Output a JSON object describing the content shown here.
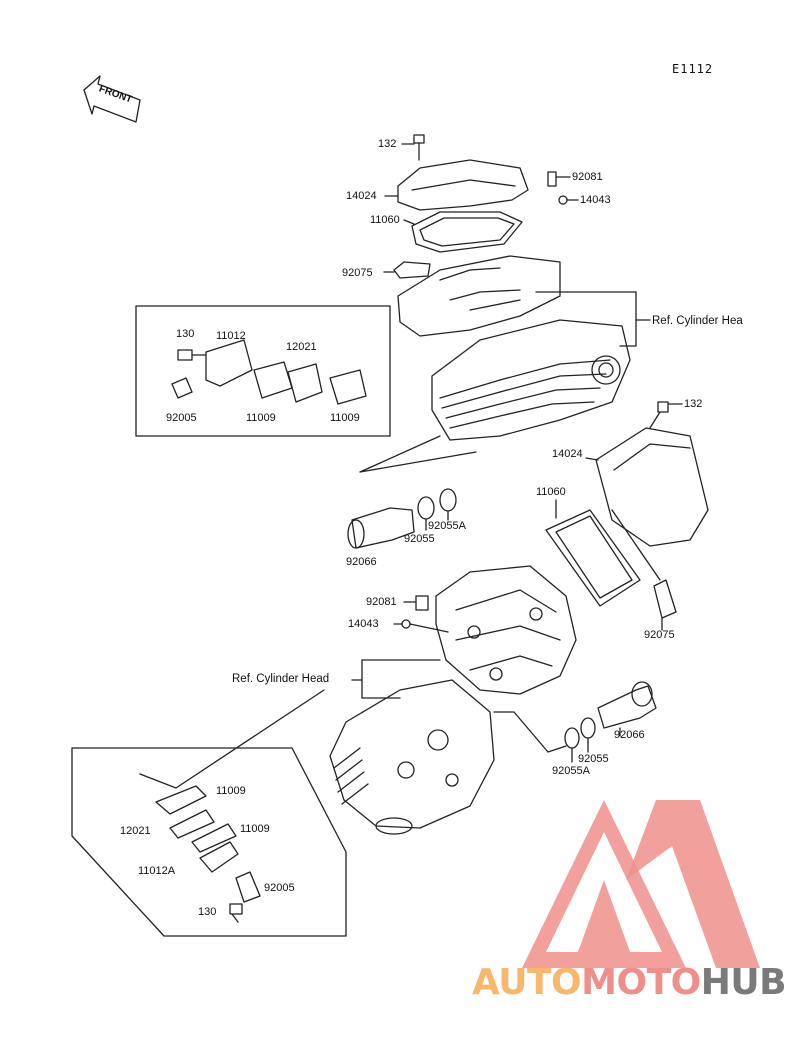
{
  "diagram_code": "E1112",
  "front_label": "FRONT",
  "ref_labels": {
    "rear_head": "Ref. Cylinder Hea",
    "front_head": "Ref. Cylinder Head"
  },
  "part_labels": {
    "p132_top": "132",
    "p14024_top": "14024",
    "p92081_top": "92081",
    "p14043_top": "14043",
    "p11060_top": "11060",
    "p92075_top": "92075",
    "p130_box": "130",
    "p11012_box": "11012",
    "p12021_box": "12021",
    "p92005_box": "92005",
    "p11009_box_a": "11009",
    "p11009_box_b": "11009",
    "p132_right": "132",
    "p14024_right": "14024",
    "p11060_right": "11060",
    "p92075_right": "92075",
    "p92055a_mid": "92055A",
    "p92055_mid": "92055",
    "p92066_mid": "92066",
    "p92081_mid": "92081",
    "p14043_mid": "14043",
    "p92066_low": "92066",
    "p92055_low": "92055",
    "p92055a_low": "92055A",
    "p11009_low_a": "11009",
    "p12021_low": "12021",
    "p11009_low_b": "11009",
    "p11012a_low": "11012A",
    "p92005_low": "92005",
    "p130_low": "130"
  },
  "watermark": {
    "part1": "AUTO",
    "part2": "MOTO",
    "part3": "HUB",
    "color_part1": "#f7b86b",
    "color_part2": "#f08f8a",
    "color_part3": "#7a7a7a",
    "logo_color": "#f08f8a"
  }
}
